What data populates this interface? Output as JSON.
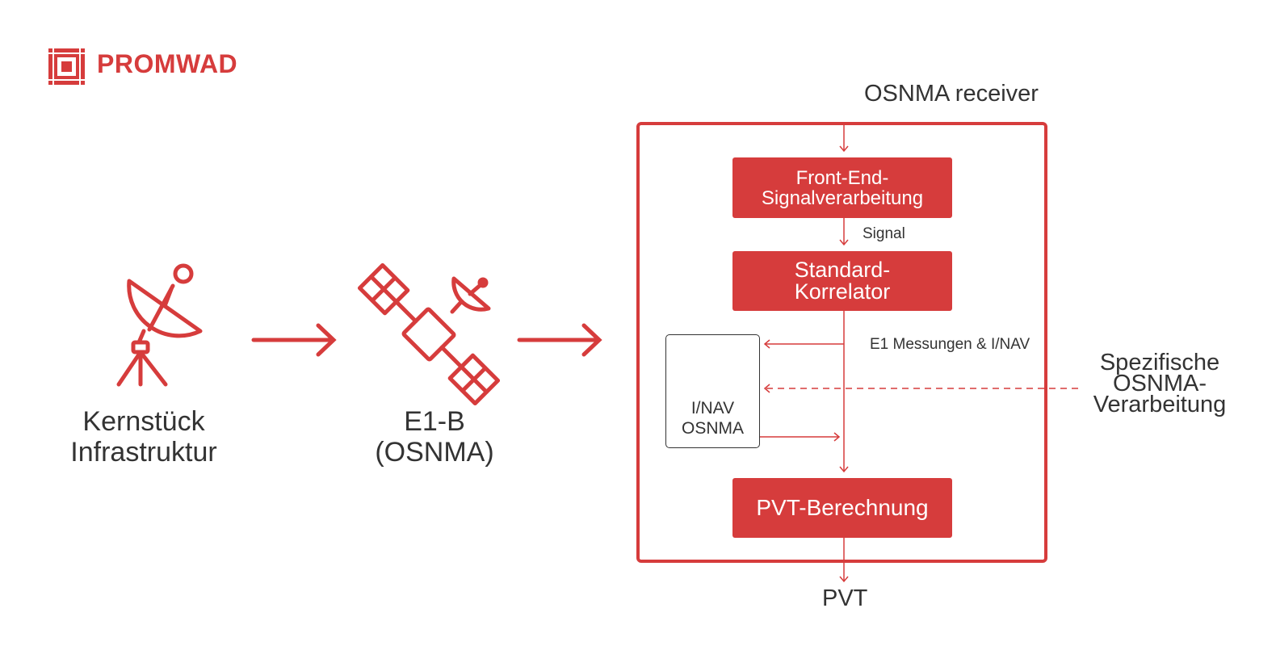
{
  "logo": {
    "text": "PROMWAD",
    "icon": "chip-icon"
  },
  "sources": [
    {
      "icon": "satellite-dish-icon",
      "lines": [
        "Kernstück",
        "Infrastruktur"
      ]
    },
    {
      "icon": "satellite-icon",
      "lines": [
        "E1-B",
        "(OSNMA)"
      ]
    }
  ],
  "receiver": {
    "title": "OSNMA receiver",
    "front_end": [
      "Front-End-",
      "Signalverarbeitung"
    ],
    "signal_label": "Signal",
    "correlator": [
      "Standard-",
      "Korrelator"
    ],
    "measurements_label": "E1 Messungen & I/NAV",
    "inav_module": {
      "icon": "layers-icon",
      "lines": [
        "I/NAV",
        "OSNMA"
      ]
    },
    "pvt_calc": "PVT-Berechnung"
  },
  "external": {
    "lines": [
      "Spezifische",
      "OSNMA-",
      "Verarbeitung"
    ]
  },
  "output": "PVT",
  "colors": {
    "accent": "#d63c3c",
    "text": "#333333",
    "background": "#ffffff"
  }
}
